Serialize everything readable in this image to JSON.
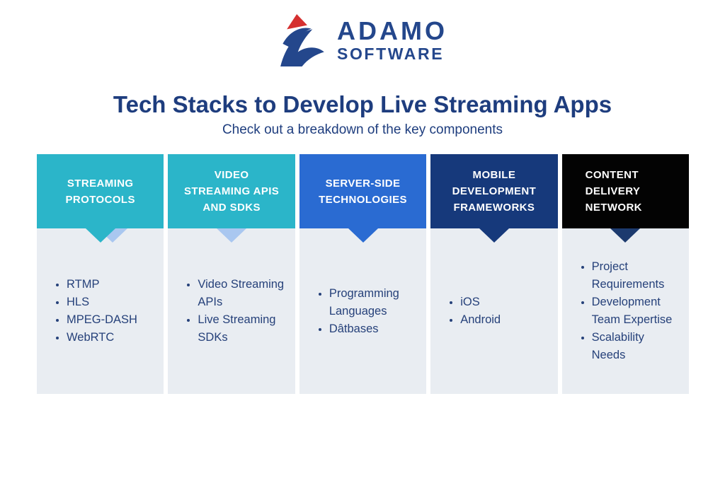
{
  "logo": {
    "company": "ADAMO",
    "tagline": "SOFTWARE"
  },
  "title": "Tech Stacks to Develop Live Streaming Apps",
  "subtitle": "Check out a breakdown of the key components",
  "colors": {
    "page_bg": "#ffffff",
    "panel_bg": "#e9edf2",
    "heading_text": "#1e3d7e",
    "body_text": "#26417a",
    "header_text": "#ffffff",
    "logo_blue": "#24478c",
    "logo_red": "#d53030",
    "teal": "#2bb5c9",
    "light_blue": "#a9c7f0",
    "mid_blue": "#2a6bd2",
    "navy": "#16397b",
    "black": "#030303",
    "arrow_navy": "#1c3a6e"
  },
  "columns": [
    {
      "id": "streaming-protocols",
      "header_lines": [
        "STREAMING",
        "PROTOCOLS"
      ],
      "header_bg": "#2bb5c9",
      "arrow_color": "#2bb5c9",
      "arrow_back_color": "#a9c7f0",
      "items": [
        "RTMP",
        "HLS",
        "MPEG-DASH",
        "WebRTC"
      ]
    },
    {
      "id": "video-streaming-apis-and-sdks",
      "header_lines": [
        "VIDEO",
        "STREAMING APIS",
        "AND SDKS"
      ],
      "header_bg": "#2bb5c9",
      "arrow_color": "#a9c7f0",
      "items": [
        "Video Streaming APIs",
        "Live Streaming SDKs"
      ]
    },
    {
      "id": "server-side-technologies",
      "header_lines": [
        "SERVER-SIDE",
        "TECHNOLOGIES"
      ],
      "header_bg": "#2a6bd2",
      "arrow_color": "#2a6bd2",
      "items": [
        "Programming Languages",
        "Dâtbases"
      ]
    },
    {
      "id": "mobile-development-frameworks",
      "header_lines": [
        "MOBILE",
        "DEVELOPMENT",
        "FRAMEWORKS"
      ],
      "header_bg": "#16397b",
      "arrow_color": "#16397b",
      "items": [
        "iOS",
        "Android"
      ]
    },
    {
      "id": "content-delivery-network",
      "header_lines": [
        "CONTENT",
        "DELIVERY",
        "NETWORK"
      ],
      "header_bg": "#030303",
      "arrow_color": "#1c3a6e",
      "items": [
        "Project Requirements",
        "Development Team Expertise",
        "Scalability Needs"
      ]
    }
  ]
}
